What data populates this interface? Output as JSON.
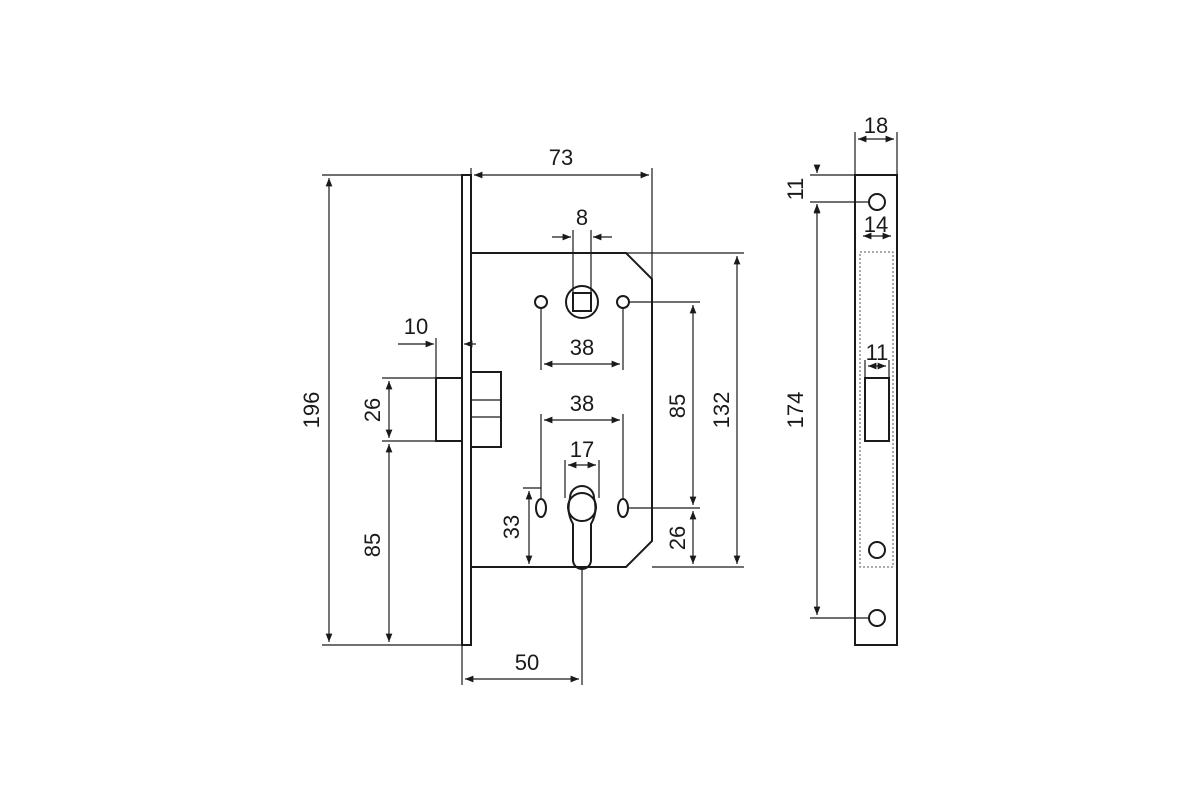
{
  "diagram": {
    "front_view": {
      "faceplate_height": "196",
      "case_width": "73",
      "spindle_square": "8",
      "upper_hole_spacing": "38",
      "lower_hole_spacing": "38",
      "latch_projection": "10",
      "latch_height": "26",
      "latch_to_bottom": "85",
      "cylinder_width": "17",
      "cylinder_hole_to_bottom": "33",
      "spindle_to_cylinder": "85",
      "case_height": "132",
      "cylinder_to_case_bottom": "26",
      "backset": "50"
    },
    "side_view": {
      "faceplate_width": "18",
      "top_hole_offset": "11",
      "inner_width": "14",
      "latch_slot_width": "11",
      "hole_spacing": "174"
    }
  }
}
